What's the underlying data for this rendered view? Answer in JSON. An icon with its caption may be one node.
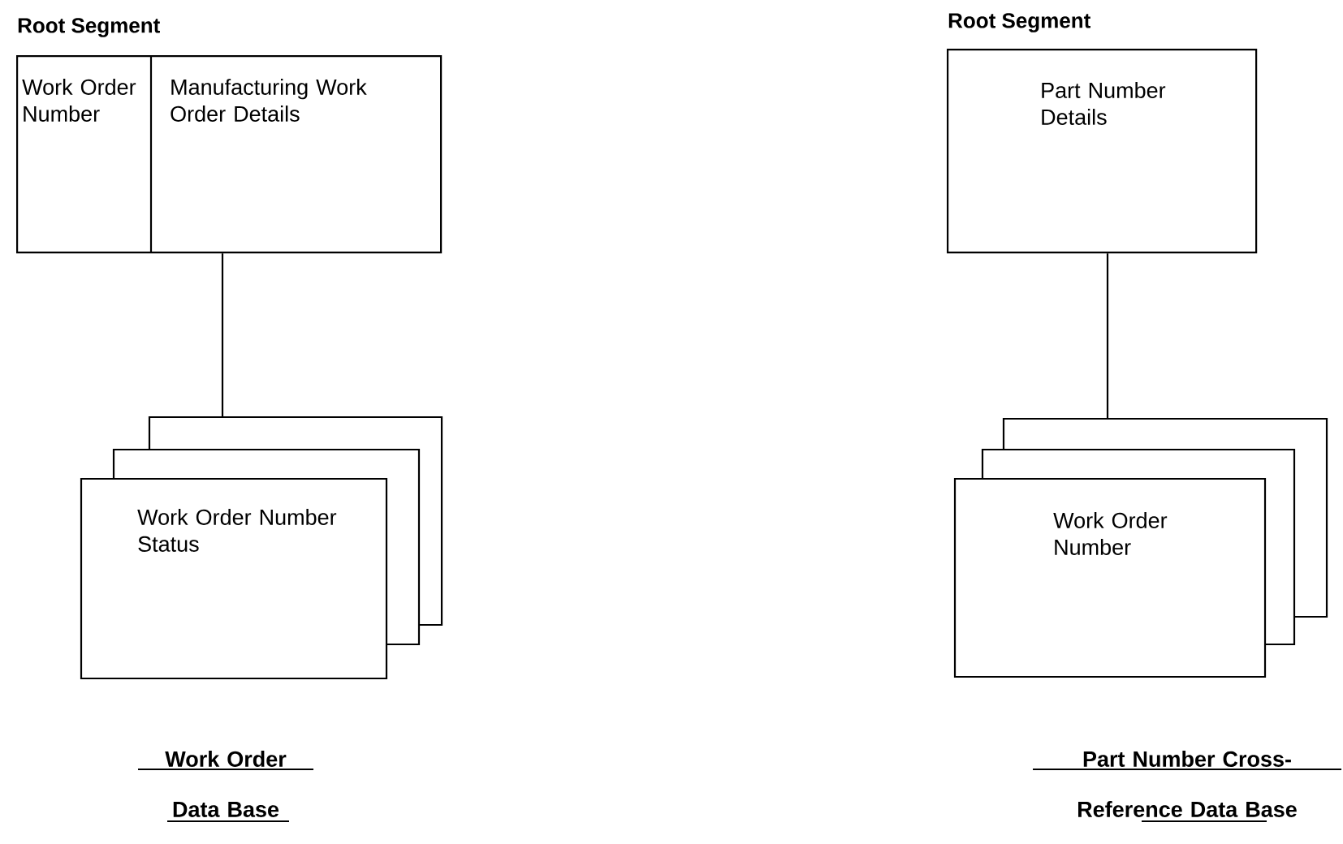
{
  "diagram": {
    "nodes": [
      {
        "text": [
          "Root Segment",
          "Work Order Number",
          "Manufacturing Work Order Details"
        ]
      },
      {
        "text": [
          "Work Order Number Status"
        ]
      },
      {
        "text": [
          "Root Segment",
          "Part Number Details"
        ]
      },
      {
        "text": [
          "Work Order Number"
        ]
      }
    ],
    "edges": [
      {
        "from": 0,
        "to": 1,
        "arrow": "none"
      },
      {
        "from": 2,
        "to": 3,
        "arrow": "none"
      }
    ],
    "labels": [
      "Work Order Data Base",
      "Part Number Cross-Reference Data Base"
    ]
  }
}
